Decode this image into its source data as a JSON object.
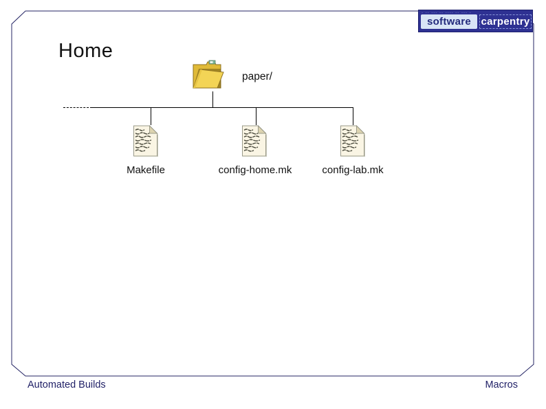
{
  "slide": {
    "title": "Home",
    "footer_left": "Automated Builds",
    "footer_right": "Macros"
  },
  "logo": {
    "word1": "software",
    "word2": "carpentry"
  },
  "tree": {
    "root": {
      "label": "paper/",
      "icon": "folder-icon"
    },
    "children": [
      {
        "label": "Makefile",
        "icon": "file-icon"
      },
      {
        "label": "config-home.mk",
        "icon": "file-icon"
      },
      {
        "label": "config-lab.mk",
        "icon": "file-icon"
      }
    ]
  },
  "colors": {
    "border": "#232363",
    "footer_text": "#1f1f66",
    "logo_bg": "#2e3192",
    "folder_yellow": "#f3d456",
    "paper_cream": "#faf5e4"
  }
}
